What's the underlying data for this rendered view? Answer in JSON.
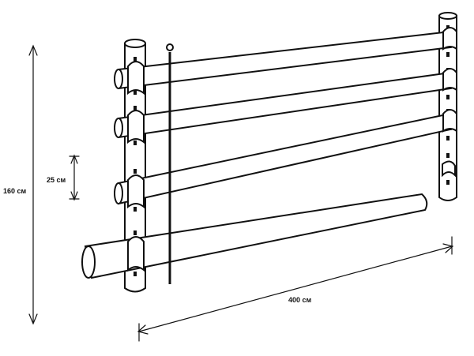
{
  "dimensions": {
    "height_label": "160 см",
    "spacing_label": "25 см",
    "length_label": "400 см"
  }
}
